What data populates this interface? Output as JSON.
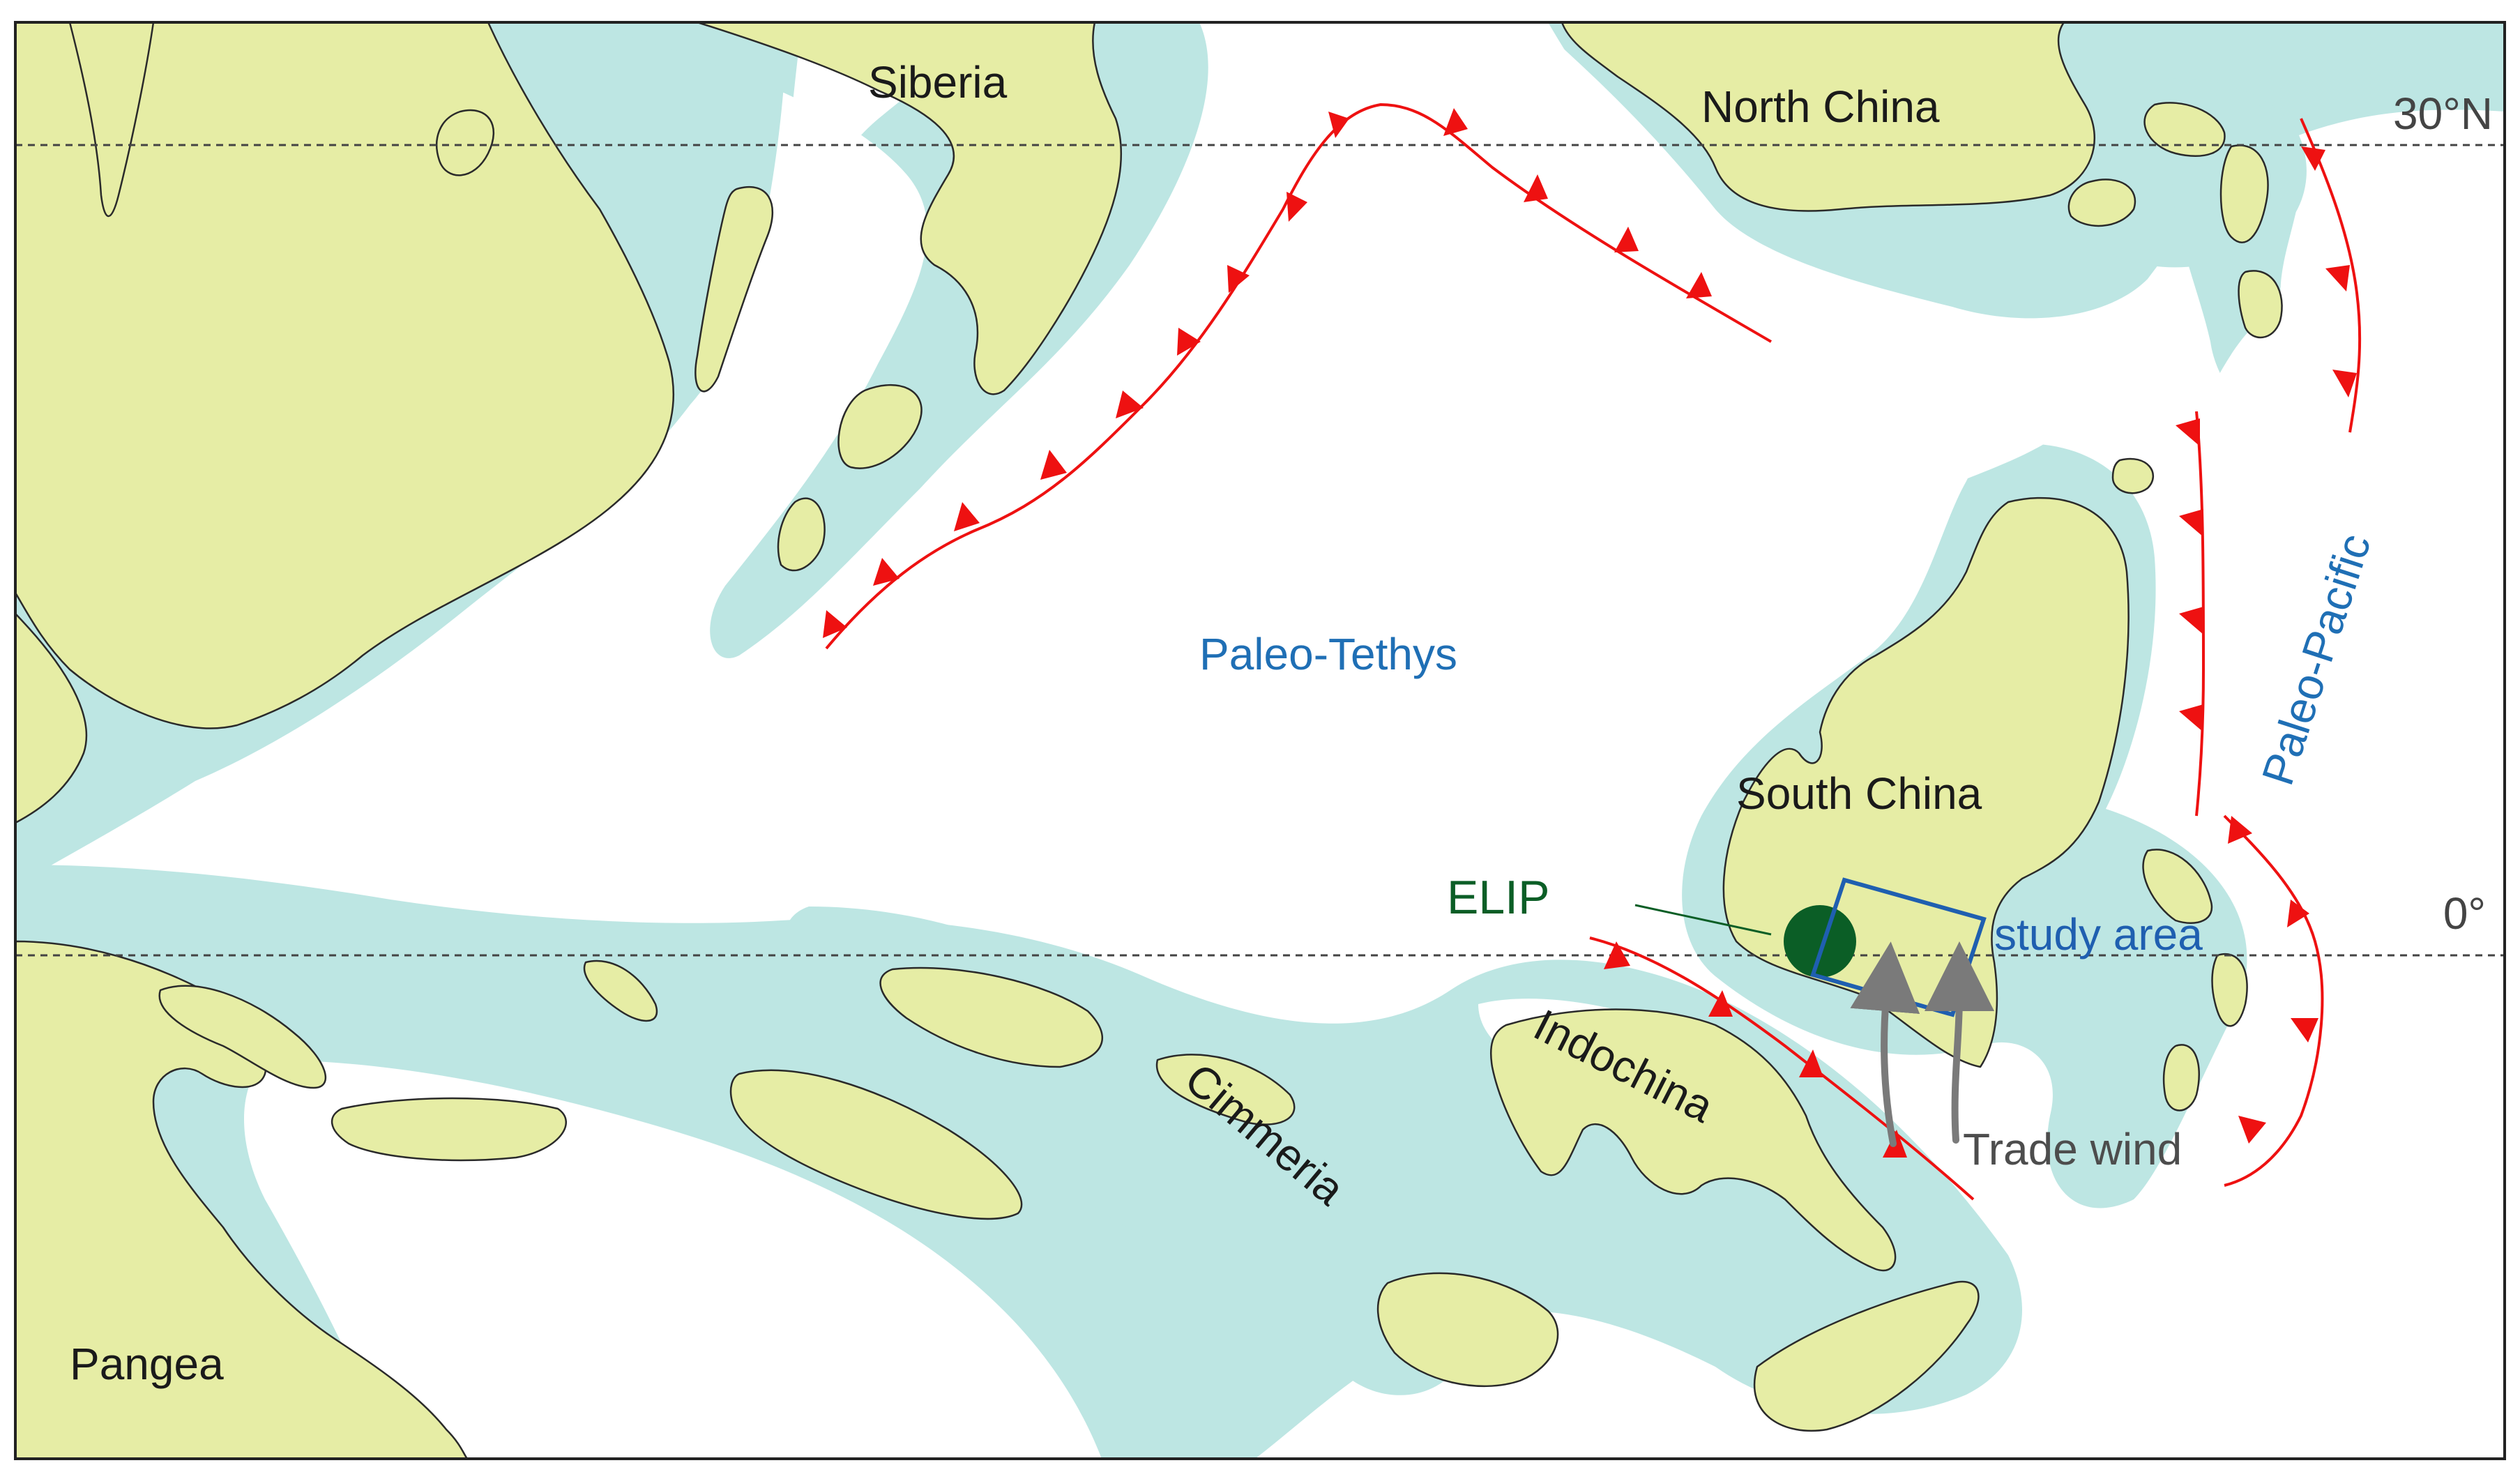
{
  "map": {
    "latitudes": [
      {
        "value": "30°N",
        "lat": 30
      },
      {
        "value": "0°",
        "lat": 0
      }
    ],
    "landmasses": {
      "siberia": "Siberia",
      "north_china": "North China",
      "south_china": "South China",
      "indochina": "Indochina",
      "cimmeria": "Cimmeria",
      "pangea": "Pangea"
    },
    "oceans": {
      "paleo_tethys": "Paleo-Tethys",
      "paleo_pacific": "Paleo-Pacific"
    },
    "features": {
      "elip": "ELIP",
      "study_area": "study area",
      "trade_wind": "Trade wind"
    },
    "colors": {
      "land": "#e6eda5",
      "shelf": "#bde6e3",
      "ocean": "#ffffff",
      "subduction": "#ee1111",
      "ocean_label": "#1f6fb5",
      "elip": "#0b5e26",
      "study_area": "#1f5fb0",
      "wind_arrow": "#7a7a7a",
      "latitude_line": "#444444"
    }
  }
}
